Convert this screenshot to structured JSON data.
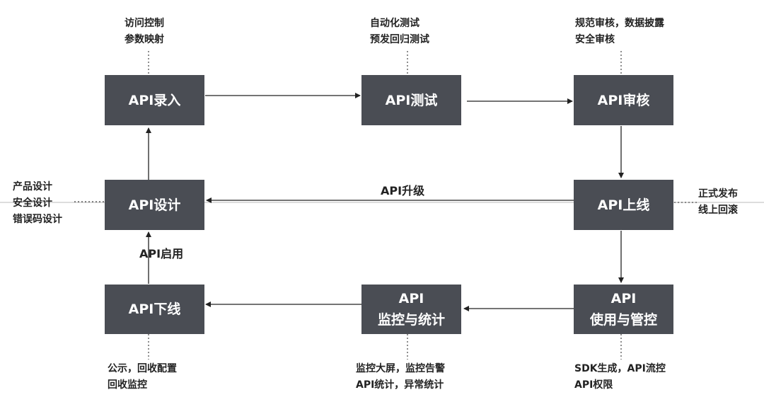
{
  "nodes": {
    "entry": {
      "label": "API录入"
    },
    "test": {
      "label": "API测试"
    },
    "review": {
      "label": "API审核"
    },
    "design": {
      "label": "API设计"
    },
    "online": {
      "label": "API上线"
    },
    "offline": {
      "label": "API下线"
    },
    "monitor": {
      "line1": "API",
      "line2": "监控与统计"
    },
    "use": {
      "line1": "API",
      "line2": "使用与管控"
    }
  },
  "notes": {
    "entry": [
      "访问控制",
      "参数映射"
    ],
    "test": [
      "自动化测试",
      "预发回归测试"
    ],
    "review": [
      "规范审核，数据披露",
      "安全审核"
    ],
    "design": [
      "产品设计",
      "安全设计",
      "错误码设计"
    ],
    "online": [
      "正式发布",
      "线上回滚"
    ],
    "offline": [
      "公示，回收配置",
      "回收监控"
    ],
    "monitor": [
      "监控大屏，监控告警",
      "API统计，异常统计"
    ],
    "use": [
      "SDK生成，API流控",
      "API权限"
    ]
  },
  "edges": {
    "upgrade": "API升级",
    "enable": "API启用"
  }
}
